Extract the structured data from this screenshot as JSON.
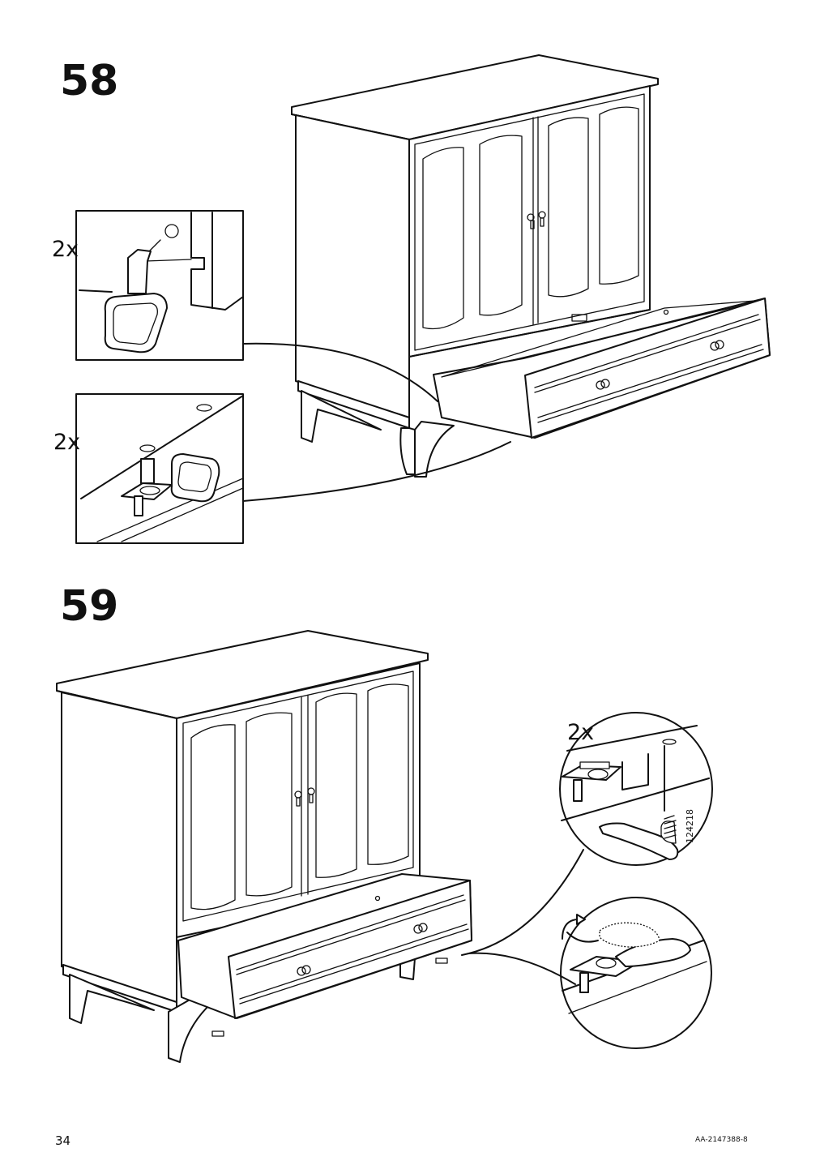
{
  "steps": [
    {
      "number": "58",
      "callouts": [
        {
          "quantity": "2x"
        },
        {
          "quantity": "2x"
        }
      ]
    },
    {
      "number": "59",
      "callouts": [
        {
          "quantity": "2x"
        }
      ],
      "part_number": "124218"
    }
  ],
  "footer": {
    "page_number": "34",
    "document_code": "AA-2147388-8"
  }
}
